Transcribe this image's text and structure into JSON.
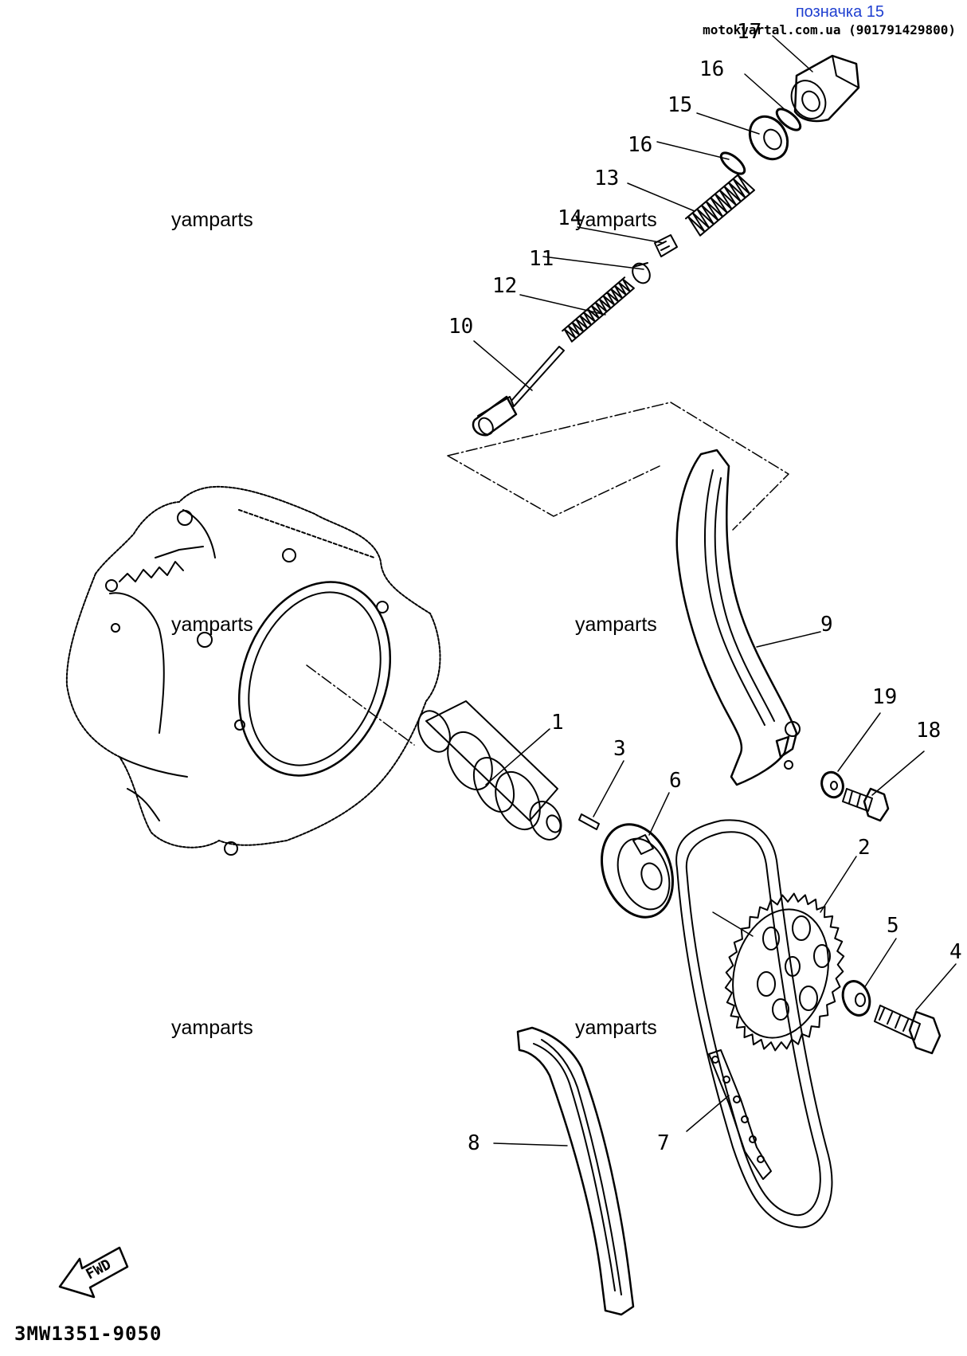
{
  "header": {
    "tag": "позначка 15",
    "site": "motokvartal.com.ua (901791429800)"
  },
  "watermarks": [
    "yamparts",
    "yamparts",
    "yamparts",
    "yamparts",
    "yamparts",
    "yamparts"
  ],
  "part_code": "3MW1351-9050",
  "fwd_label": "FWD",
  "callouts": [
    "1",
    "2",
    "3",
    "4",
    "5",
    "6",
    "7",
    "8",
    "9",
    "10",
    "11",
    "12",
    "13",
    "14",
    "15",
    "16",
    "16",
    "17",
    "18",
    "19"
  ],
  "colors": {
    "header_tag": "#1f3fd0",
    "line": "#000000",
    "background": "#ffffff"
  }
}
